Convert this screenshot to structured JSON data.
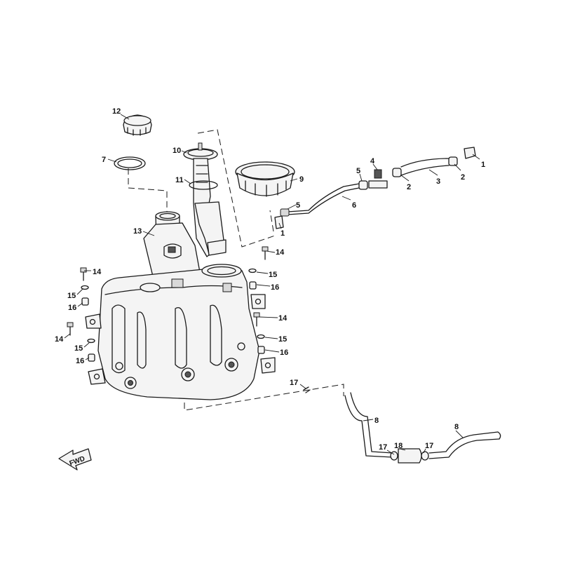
{
  "callouts": {
    "c1a": "1",
    "c1b": "1",
    "c2a": "2",
    "c2b": "2",
    "c3": "3",
    "c4": "4",
    "c5a": "5",
    "c5b": "5",
    "c6": "6",
    "c7": "7",
    "c8a": "8",
    "c8b": "8",
    "c9": "9",
    "c10": "10",
    "c11": "11",
    "c12": "12",
    "c13": "13",
    "c14a": "14",
    "c14b": "14",
    "c14c": "14",
    "c14d": "14",
    "c15a": "15",
    "c15b": "15",
    "c15c": "15",
    "c15d": "15",
    "c16a": "16",
    "c16b": "16",
    "c16c": "16",
    "c16d": "16",
    "c17a": "17",
    "c17b": "17",
    "c17c": "17",
    "c18": "18"
  },
  "fwd_label": "FWD"
}
